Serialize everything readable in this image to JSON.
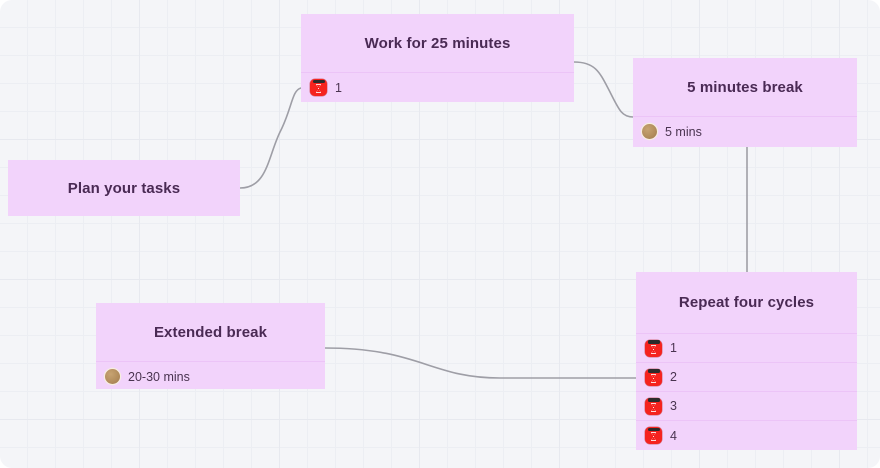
{
  "canvas": {
    "background_color": "#f4f5f8",
    "grid_minor_color": "#eceef3",
    "grid_major_color": "#e7e9ef"
  },
  "theme": {
    "node_fill": "#f2d3fb",
    "node_divider": "#ecc4f7",
    "title_color": "#4a2a54",
    "label_color": "#4a3450",
    "edge_color": "#9e9ea6",
    "timer_icon_color": "#f5231e",
    "cookie_icon_color": "#b28d5c"
  },
  "nodes": [
    {
      "id": "plan-your-tasks",
      "title": "Plan your tasks",
      "rows": []
    },
    {
      "id": "work-for-25-minutes",
      "title": "Work for 25 minutes",
      "rows": [
        {
          "icon": "timer-icon",
          "label": "1"
        }
      ]
    },
    {
      "id": "five-minutes-break",
      "title": "5 minutes break",
      "rows": [
        {
          "icon": "cookie-icon",
          "label": "5 mins"
        }
      ]
    },
    {
      "id": "repeat-four-cycles",
      "title": "Repeat four cycles",
      "rows": [
        {
          "icon": "timer-icon",
          "label": "1"
        },
        {
          "icon": "timer-icon",
          "label": "2"
        },
        {
          "icon": "timer-icon",
          "label": "3"
        },
        {
          "icon": "timer-icon",
          "label": "4"
        }
      ]
    },
    {
      "id": "extended-break",
      "title": "Extended break",
      "rows": [
        {
          "icon": "cookie-icon",
          "label": "20-30 mins"
        }
      ]
    }
  ],
  "edges": [
    {
      "id": "plan-to-work",
      "from": "plan-your-tasks",
      "to": "work-for-25-minutes"
    },
    {
      "id": "work-to-break",
      "from": "work-for-25-minutes",
      "to": "five-minutes-break"
    },
    {
      "id": "break-to-repeat",
      "from": "five-minutes-break",
      "to": "repeat-four-cycles"
    },
    {
      "id": "extended-to-repeat",
      "from": "extended-break",
      "to": "repeat-four-cycles"
    }
  ]
}
